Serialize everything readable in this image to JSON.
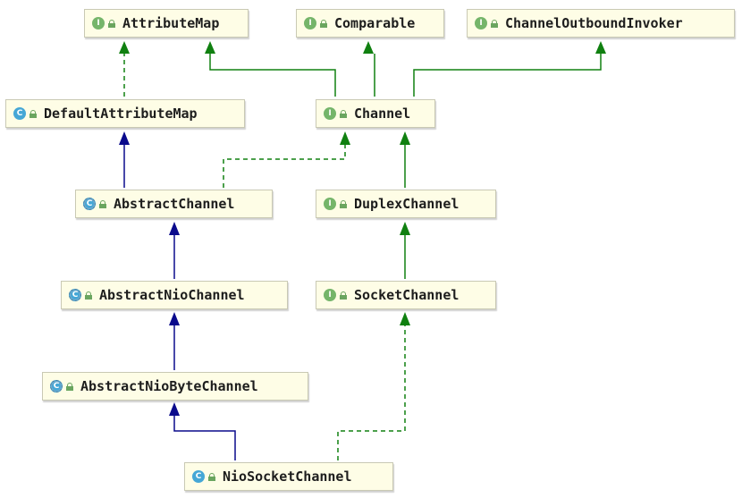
{
  "nodes": [
    {
      "id": "AttributeMap",
      "kind": "interface",
      "badge": "I",
      "label": "AttributeMap"
    },
    {
      "id": "Comparable",
      "kind": "interface",
      "badge": "I",
      "label": "Comparable"
    },
    {
      "id": "ChannelOutboundInvoker",
      "kind": "interface",
      "badge": "I",
      "label": "ChannelOutboundInvoker"
    },
    {
      "id": "DefaultAttributeMap",
      "kind": "class",
      "badge": "C",
      "label": "DefaultAttributeMap"
    },
    {
      "id": "Channel",
      "kind": "interface",
      "badge": "I",
      "label": "Channel"
    },
    {
      "id": "AbstractChannel",
      "kind": "abstract",
      "badge": "C",
      "label": "AbstractChannel"
    },
    {
      "id": "DuplexChannel",
      "kind": "interface",
      "badge": "I",
      "label": "DuplexChannel"
    },
    {
      "id": "AbstractNioChannel",
      "kind": "abstract",
      "badge": "C",
      "label": "AbstractNioChannel"
    },
    {
      "id": "SocketChannel",
      "kind": "interface",
      "badge": "I",
      "label": "SocketChannel"
    },
    {
      "id": "AbstractNioByteChannel",
      "kind": "abstract",
      "badge": "C",
      "label": "AbstractNioByteChannel"
    },
    {
      "id": "NioSocketChannel",
      "kind": "class",
      "badge": "C",
      "label": "NioSocketChannel"
    }
  ],
  "edges": [
    {
      "from": "DefaultAttributeMap",
      "to": "AttributeMap",
      "type": "implements"
    },
    {
      "from": "Channel",
      "to": "AttributeMap",
      "type": "extends-interface"
    },
    {
      "from": "Channel",
      "to": "Comparable",
      "type": "extends-interface"
    },
    {
      "from": "Channel",
      "to": "ChannelOutboundInvoker",
      "type": "extends-interface"
    },
    {
      "from": "AbstractChannel",
      "to": "DefaultAttributeMap",
      "type": "extends-class"
    },
    {
      "from": "AbstractChannel",
      "to": "Channel",
      "type": "implements"
    },
    {
      "from": "DuplexChannel",
      "to": "Channel",
      "type": "extends-interface"
    },
    {
      "from": "AbstractNioChannel",
      "to": "AbstractChannel",
      "type": "extends-class"
    },
    {
      "from": "SocketChannel",
      "to": "DuplexChannel",
      "type": "extends-interface"
    },
    {
      "from": "AbstractNioByteChannel",
      "to": "AbstractNioChannel",
      "type": "extends-class"
    },
    {
      "from": "NioSocketChannel",
      "to": "AbstractNioByteChannel",
      "type": "extends-class"
    },
    {
      "from": "NioSocketChannel",
      "to": "SocketChannel",
      "type": "implements"
    }
  ],
  "colors": {
    "class_inheritance": "#0a0a8c",
    "interface_relation": "#108010"
  }
}
